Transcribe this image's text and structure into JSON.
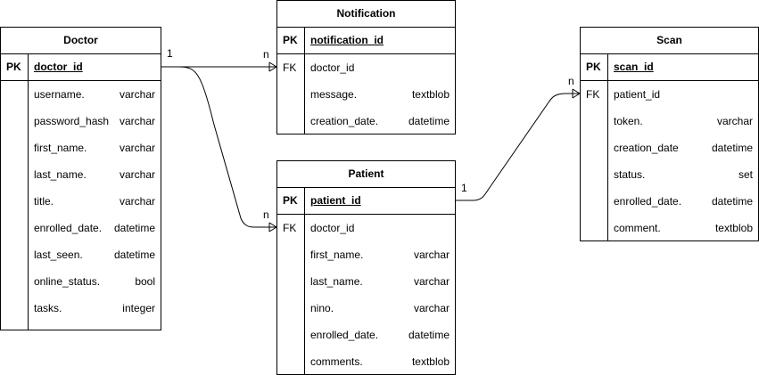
{
  "tables": {
    "doctor": {
      "title": "Doctor",
      "pk": {
        "key": "PK",
        "name": "doctor_id"
      },
      "fields": [
        {
          "key": "",
          "name": "username.",
          "type": "varchar"
        },
        {
          "key": "",
          "name": "password_hash",
          "type": "varchar"
        },
        {
          "key": "",
          "name": "first_name.",
          "type": "varchar"
        },
        {
          "key": "",
          "name": "last_name.",
          "type": "varchar"
        },
        {
          "key": "",
          "name": "title.",
          "type": "varchar"
        },
        {
          "key": "",
          "name": "enrolled_date.",
          "type": "datetime"
        },
        {
          "key": "",
          "name": "last_seen.",
          "type": "datetime"
        },
        {
          "key": "",
          "name": "online_status.",
          "type": "bool"
        },
        {
          "key": "",
          "name": "tasks.",
          "type": "integer"
        }
      ]
    },
    "notification": {
      "title": "Notification",
      "pk": {
        "key": "PK",
        "name": "notification_id"
      },
      "fields": [
        {
          "key": "FK",
          "name": "doctor_id",
          "type": ""
        },
        {
          "key": "",
          "name": "message.",
          "type": "textblob"
        },
        {
          "key": "",
          "name": "creation_date.",
          "type": "datetime"
        }
      ]
    },
    "patient": {
      "title": "Patient",
      "pk": {
        "key": "PK",
        "name": "patient_id"
      },
      "fields": [
        {
          "key": "FK",
          "name": "doctor_id",
          "type": ""
        },
        {
          "key": "",
          "name": "first_name.",
          "type": "varchar"
        },
        {
          "key": "",
          "name": "last_name.",
          "type": "varchar"
        },
        {
          "key": "",
          "name": "nino.",
          "type": "varchar"
        },
        {
          "key": "",
          "name": "enrolled_date.",
          "type": "datetime"
        },
        {
          "key": "",
          "name": "comments.",
          "type": "textblob"
        }
      ]
    },
    "scan": {
      "title": "Scan",
      "pk": {
        "key": "PK",
        "name": "scan_id"
      },
      "fields": [
        {
          "key": "FK",
          "name": "patient_id",
          "type": ""
        },
        {
          "key": "",
          "name": "token.",
          "type": "varchar"
        },
        {
          "key": "",
          "name": "creation_date",
          "type": "datetime"
        },
        {
          "key": "",
          "name": "status.",
          "type": "set"
        },
        {
          "key": "",
          "name": "enrolled_date.",
          "type": "datetime"
        },
        {
          "key": "",
          "name": "comment.",
          "type": "textblob"
        }
      ]
    }
  },
  "relationships": [
    {
      "from": "doctor",
      "to": "notification",
      "from_label": "1",
      "to_label": "n"
    },
    {
      "from": "doctor",
      "to": "patient",
      "from_label": "1",
      "to_label": "n"
    },
    {
      "from": "patient",
      "to": "scan",
      "from_label": "1",
      "to_label": "n"
    }
  ]
}
